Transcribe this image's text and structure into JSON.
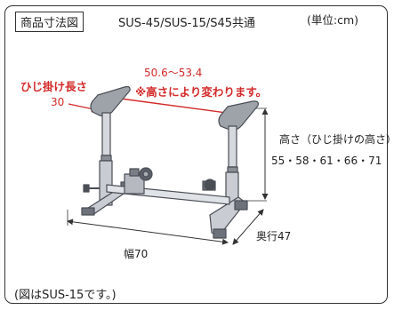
{
  "header": {
    "title": "商品寸法図",
    "models": "SUS-45/SUS-15/S45共通",
    "unit": "(単位:cm)"
  },
  "annotations": {
    "elbow_length_label": "ひじ掛け長さ",
    "elbow_length_value": "30",
    "width_range": "50.6〜53.4",
    "height_note": "※高さにより変わります。",
    "height_label": "高さ（ひじ掛けの高さ）",
    "height_values": "55・58・61・66・71",
    "depth_label": "奥行47",
    "width_label": "幅70"
  },
  "footnote": "(図はSUS-15です。)",
  "colors": {
    "accent_red": "#d32a2a",
    "frame": "#333333",
    "metal": "#c9ccd2",
    "metal_dark": "#5c6068",
    "pad": "#8a8f96"
  }
}
